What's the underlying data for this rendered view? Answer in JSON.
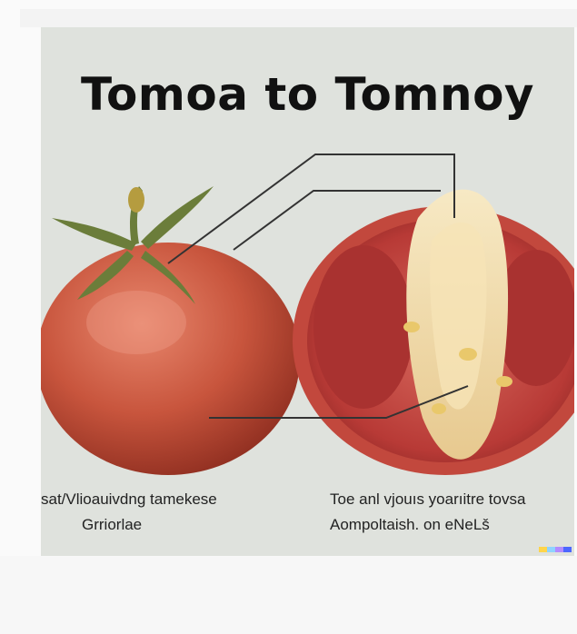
{
  "title": "Tomoa to Tomnoy",
  "captions": {
    "left_line1": "sat/Vlioauivdng tamekese",
    "left_line2": "Grriorlae",
    "right_line1": "Toe anl vjouıs yoarıitre tovsa",
    "right_line2": "Aompoltaish. on eNeLš"
  },
  "colors": {
    "background": "#dfe2dd",
    "tomato_skin": "#c8553d",
    "tomato_flesh": "#b83a36",
    "core": "#f1deb0",
    "stem": "#6b7d3a"
  },
  "swatches": [
    "#ffd54a",
    "#8fd3ff",
    "#b28cff",
    "#4c67ff"
  ]
}
